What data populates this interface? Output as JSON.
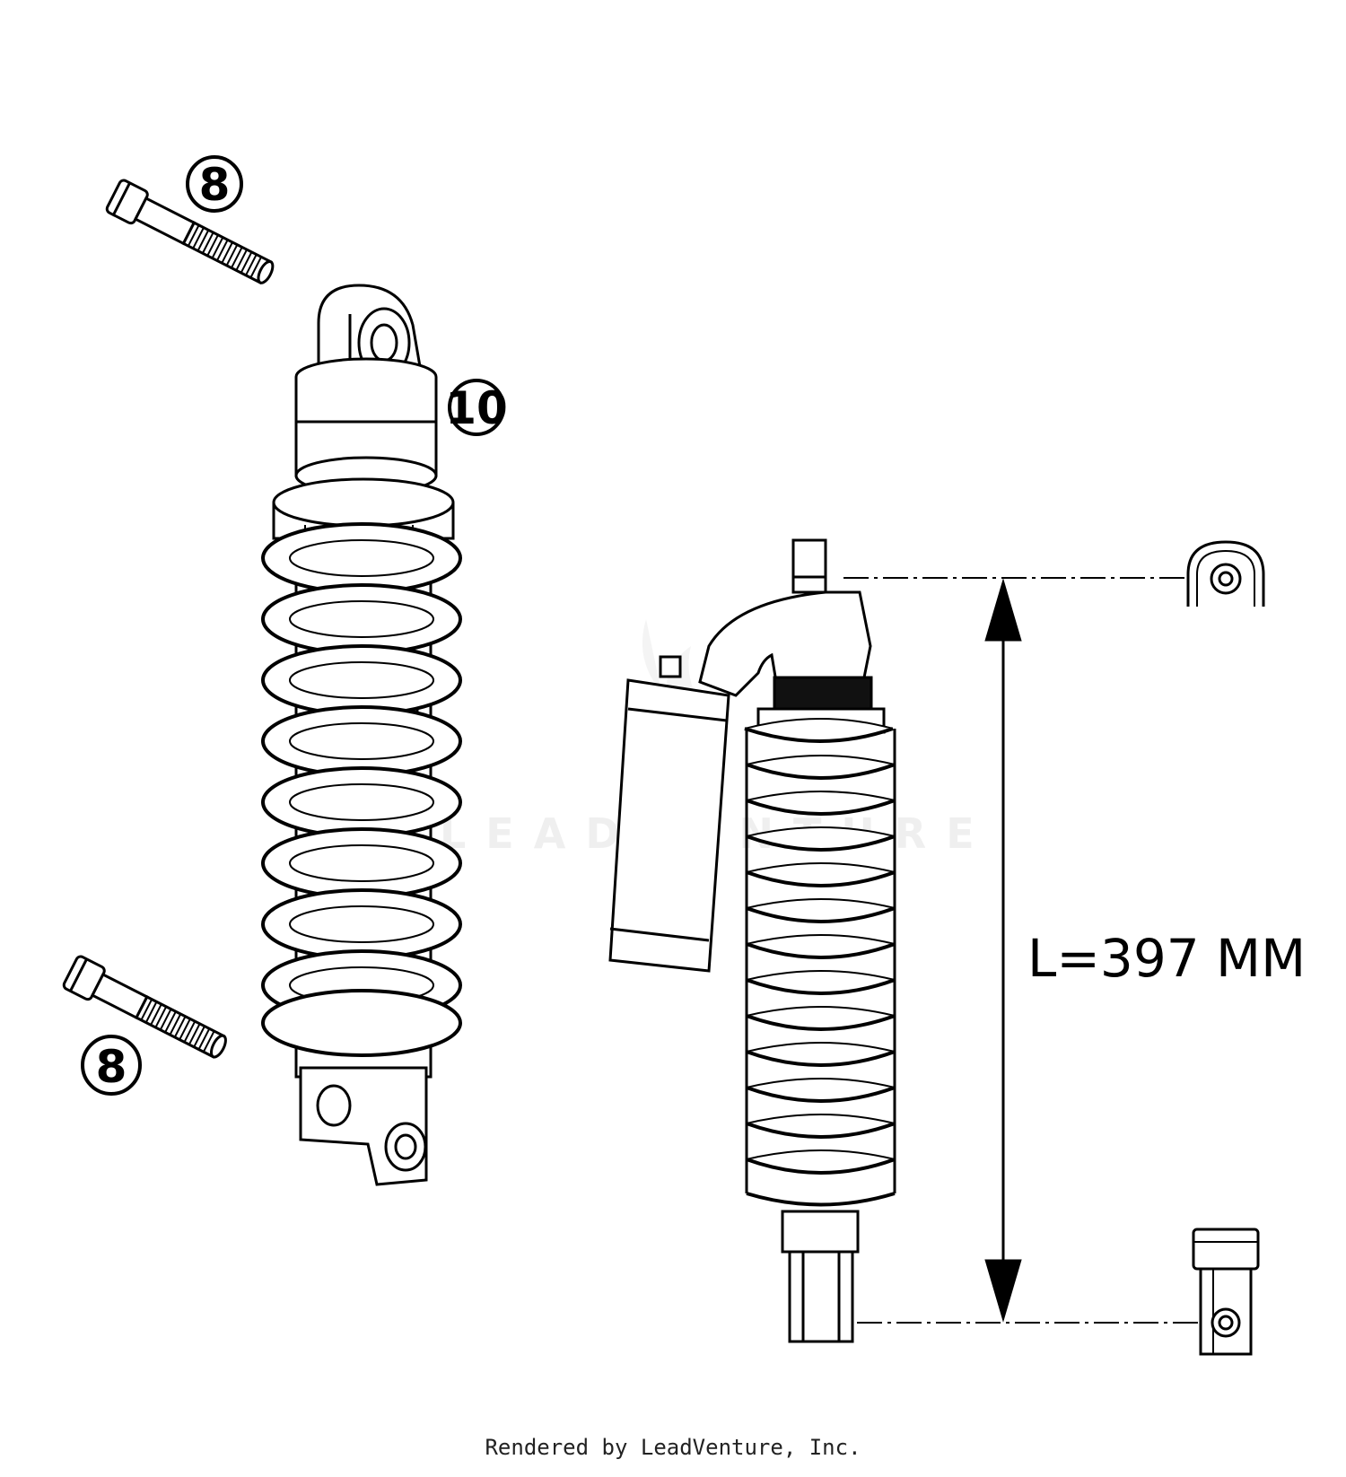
{
  "callouts": [
    {
      "label": "8"
    },
    {
      "label": "10"
    },
    {
      "label": "8"
    }
  ],
  "dimension": {
    "text": "L=397 MM"
  },
  "watermark": {
    "text": "LEADVENTURE"
  },
  "footer": {
    "text": "Rendered by LeadVenture, Inc."
  }
}
